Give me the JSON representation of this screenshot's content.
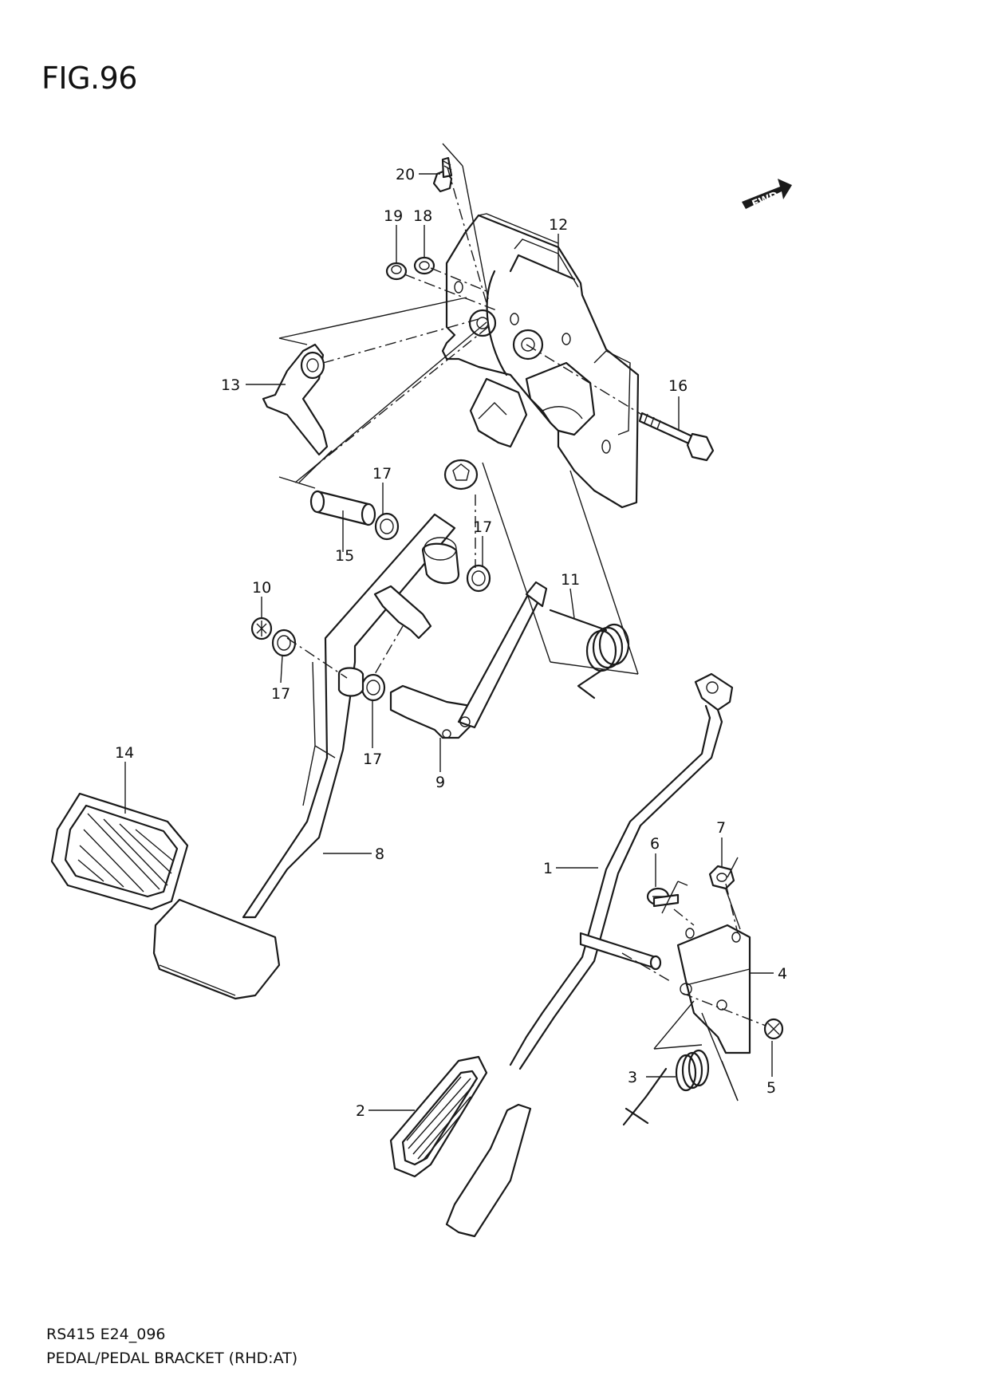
{
  "figure": {
    "title": "FIG.96",
    "model_code": "RS415 E24_096",
    "caption": "PEDAL/PEDAL BRACKET (RHD:AT)"
  },
  "direction_indicator": {
    "label": "FWD"
  },
  "callouts": [
    {
      "id": "c20",
      "number": "20"
    },
    {
      "id": "c19",
      "number": "19"
    },
    {
      "id": "c18",
      "number": "18"
    },
    {
      "id": "c12",
      "number": "12"
    },
    {
      "id": "c13",
      "number": "13"
    },
    {
      "id": "c16",
      "number": "16"
    },
    {
      "id": "c17a",
      "number": "17"
    },
    {
      "id": "c15",
      "number": "15"
    },
    {
      "id": "c17b",
      "number": "17"
    },
    {
      "id": "c10",
      "number": "10"
    },
    {
      "id": "c11",
      "number": "11"
    },
    {
      "id": "c17c",
      "number": "17"
    },
    {
      "id": "c17d",
      "number": "17"
    },
    {
      "id": "c9",
      "number": "9"
    },
    {
      "id": "c14",
      "number": "14"
    },
    {
      "id": "c8",
      "number": "8"
    },
    {
      "id": "c1",
      "number": "1"
    },
    {
      "id": "c6",
      "number": "6"
    },
    {
      "id": "c7",
      "number": "7"
    },
    {
      "id": "c4",
      "number": "4"
    },
    {
      "id": "c3",
      "number": "3"
    },
    {
      "id": "c5",
      "number": "5"
    },
    {
      "id": "c2",
      "number": "2"
    }
  ]
}
